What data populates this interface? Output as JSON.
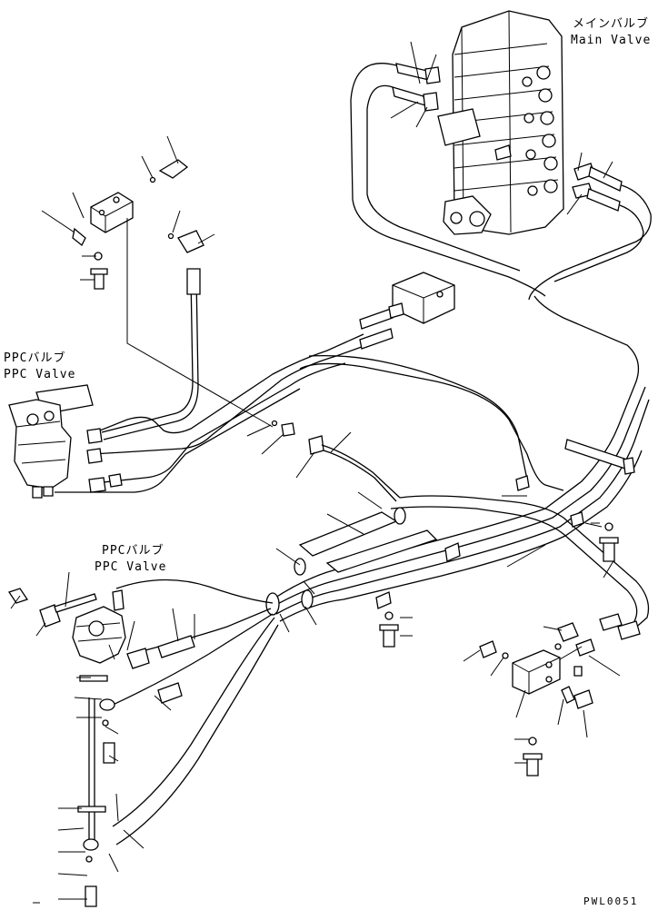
{
  "labels": {
    "main_valve_jp": "メインバルブ",
    "main_valve_en": "Main Valve",
    "ppc_valve_top_jp": "PPCバルブ",
    "ppc_valve_top_en": "PPC Valve",
    "ppc_valve_bottom_jp": "PPCバルブ",
    "ppc_valve_bottom_en": "PPC Valve",
    "drawing_code": "PWL0051"
  }
}
